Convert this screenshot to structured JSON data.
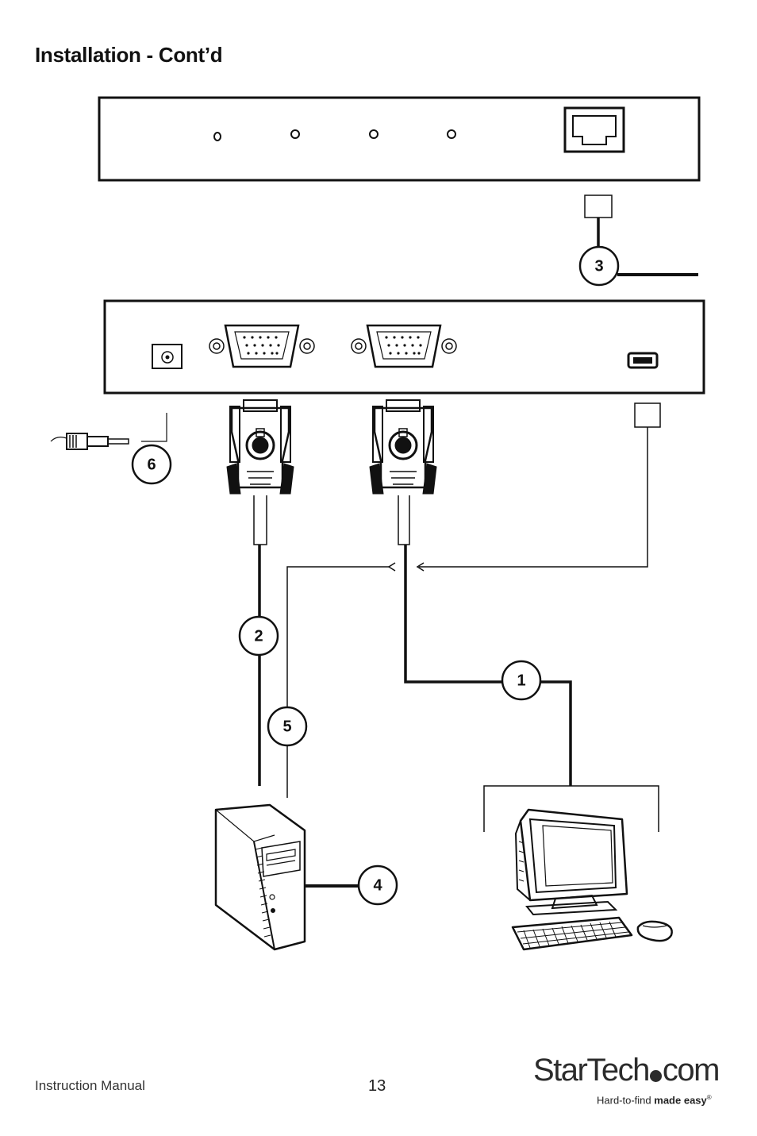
{
  "page": {
    "title": "Installation - Cont’d",
    "footer_label": "Instruction Manual",
    "page_number": "13"
  },
  "diagram": {
    "callouts": [
      "1",
      "2",
      "3",
      "4",
      "5",
      "6"
    ]
  },
  "logo": {
    "word_left": "StarTech",
    "word_right": "com",
    "tagline_regular": "Hard-to-find",
    "tagline_bold": "made easy",
    "tagline_mark": "®"
  }
}
